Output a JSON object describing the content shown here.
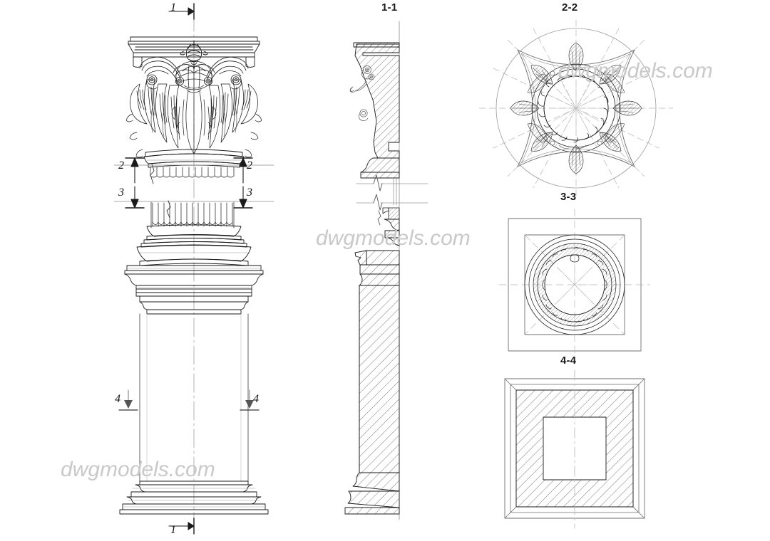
{
  "drawing": {
    "title": "Corinthian column with pedestal — CAD elevation and sections",
    "background": "#ffffff",
    "line_color": "#1a1a1a",
    "thin_line_color": "#707070",
    "center_line_color": "#9a9a9a",
    "hatch_color": "#444444",
    "watermark_color": "#c9c9c9"
  },
  "views": {
    "elevation": {
      "name": "front-elevation",
      "caption": ""
    },
    "section_1_1": {
      "label": "1-1"
    },
    "section_2_2": {
      "label": "2-2"
    },
    "section_3_3": {
      "label": "3-3"
    },
    "section_4_4": {
      "label": "4-4"
    }
  },
  "section_markers": [
    {
      "id": "top-1",
      "number": "1",
      "direction": "right"
    },
    {
      "id": "bottom-1",
      "number": "1",
      "direction": "right"
    },
    {
      "id": "left-2",
      "number": "2",
      "direction": "up"
    },
    {
      "id": "right-2",
      "number": "2",
      "direction": "up"
    },
    {
      "id": "left-3",
      "number": "3",
      "direction": "down"
    },
    {
      "id": "right-3",
      "number": "3",
      "direction": "down"
    },
    {
      "id": "left-4",
      "number": "4",
      "direction": "down"
    },
    {
      "id": "right-4",
      "number": "4",
      "direction": "down"
    }
  ],
  "watermarks": [
    {
      "text": "dwgmodels.com"
    },
    {
      "text": "dwgmodels.com"
    },
    {
      "text": "dwgmodels.com"
    }
  ]
}
